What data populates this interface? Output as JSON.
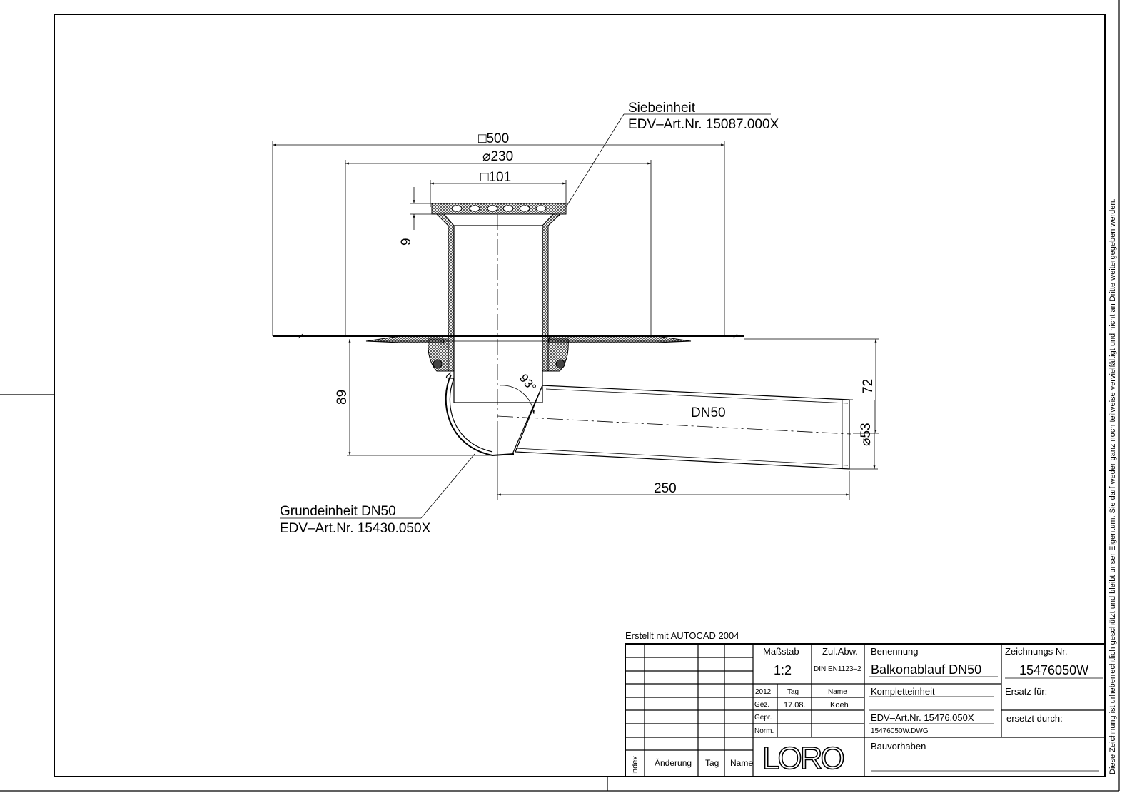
{
  "drawing": {
    "dim_square_500": "□500",
    "dim_dia_230": "⌀230",
    "dim_square_101": "□101",
    "dim_9": "9",
    "dim_89": "89",
    "dim_72": "72",
    "dim_dia_53": "⌀53",
    "dim_250": "250",
    "angle_93": "93°",
    "pipe_label": "DN50",
    "sieve_label": "Siebeinheit",
    "sieve_art": "EDV–Art.Nr. 15087.000X",
    "base_label": "Grundeinheit DN50",
    "base_art": "EDV–Art.Nr. 15430.050X"
  },
  "created_with": "Erstellt mit AUTOCAD 2004",
  "copyright_notice": "Diese Zeichnung ist urheberrechtlich geschützt und bleibt unser Eigentum. Sie darf weder ganz noch teilweise vervielfältigt und nicht an Dritte weitergegeben werden.",
  "title_block": {
    "revision_headers": {
      "index": "Index",
      "change": "Änderung",
      "day": "Tag",
      "name": "Name"
    },
    "scale_label": "Maßstab",
    "scale_value": "1:2",
    "tolerance_label": "Zul.Abw.",
    "tolerance_value": "DIN EN1123–2",
    "year": "2012",
    "day_label": "Tag",
    "name_label": "Name",
    "drawn_label": "Gez.",
    "drawn_day": "17.08.",
    "drawn_name": "Koeh",
    "checked_label": "Gepr.",
    "norm_label": "Norm.",
    "designation_label": "Benennung",
    "designation_value": "Balkonablauf DN50",
    "subtitle": "Kompletteinheit",
    "article_no": "EDV–Art.Nr. 15476.050X",
    "file_name": "15476050W.DWG",
    "project_label": "Bauvorhaben",
    "drawing_no_label": "Zeichnungs Nr.",
    "drawing_no_value": "15476050W",
    "replacement_for_label": "Ersatz für:",
    "replaced_by_label": "ersetzt durch:",
    "logo_text": "LORO"
  }
}
